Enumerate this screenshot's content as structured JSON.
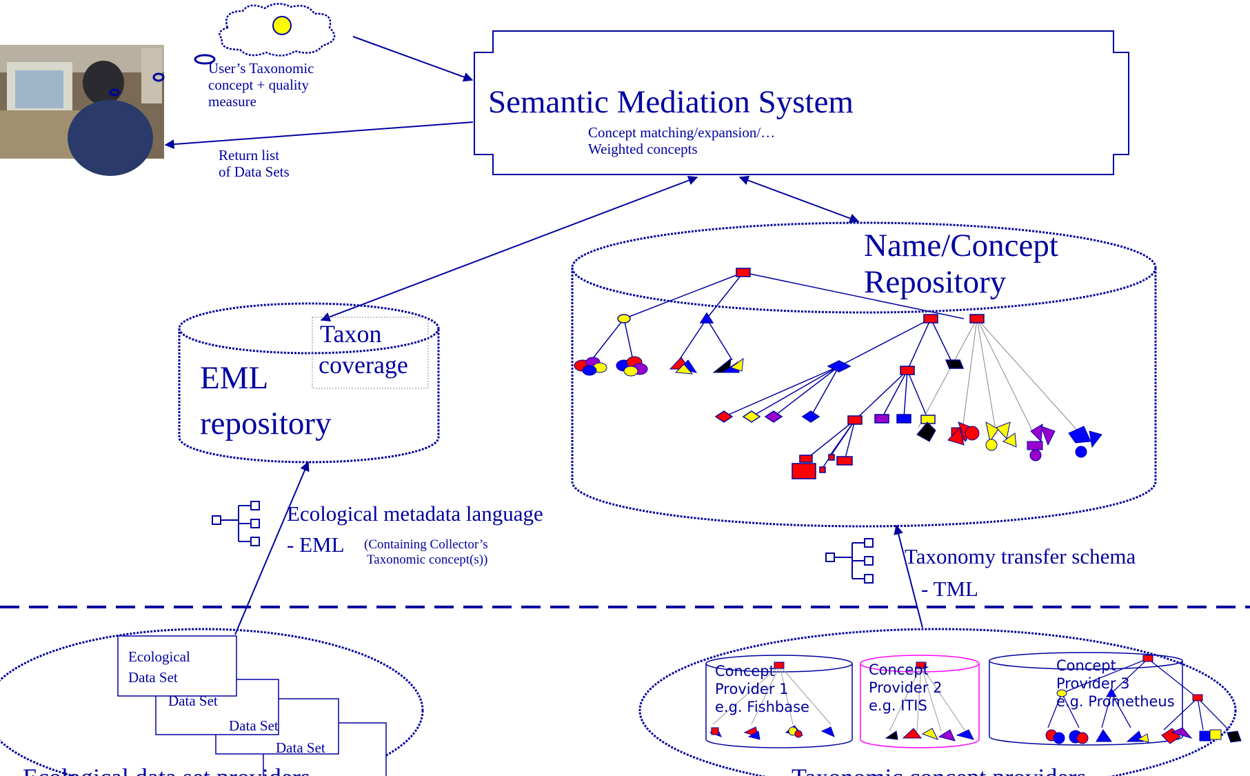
{
  "user_query": {
    "line1": "User’s Taxonomic",
    "line2": "concept + quality",
    "line3": "measure"
  },
  "return_label": {
    "line1": "Return list",
    "line2": "of  Data Sets"
  },
  "mediation": {
    "title": "Semantic Mediation System",
    "line1": "Concept matching/expansion/…",
    "line2": "Weighted concepts"
  },
  "name_repo": {
    "line1": "Name/Concept",
    "line2": "Repository"
  },
  "eml_repo": {
    "line1": "EML",
    "line2": "repository",
    "taxon1": "Taxon",
    "taxon2": "coverage"
  },
  "eml_lang": {
    "line1": "Ecological metadata language",
    "line2": "- EML",
    "note1": "(Containing Collector’s",
    "note2": "Taxonomic concept(s))"
  },
  "tml": {
    "line1": "Taxonomy transfer schema",
    "line2": "- TML"
  },
  "datasets": {
    "first1": "Ecological",
    "first2": "Data Set",
    "d2": "Data Set",
    "d3": "Data Set",
    "d4": "Data Set"
  },
  "bottom_left": "Ecological data set providers",
  "bottom_right": "Taxonomic concept providers",
  "providers": [
    {
      "title": "Concept",
      "line2": "Provider 1",
      "line3": "e.g. Fishbase"
    },
    {
      "title": "Concept",
      "line2": "Provider 2",
      "line3": "e.g. ITIS"
    },
    {
      "title": "Concept",
      "line2": "Provider 3",
      "line3": "e.g. Prometheus"
    }
  ],
  "colors": {
    "navy": "#0000a0",
    "red": "#ff0000",
    "yellow": "#ffff00",
    "purple": "#9900cc",
    "blue": "#0000ff",
    "magenta": "#ff00ff"
  }
}
